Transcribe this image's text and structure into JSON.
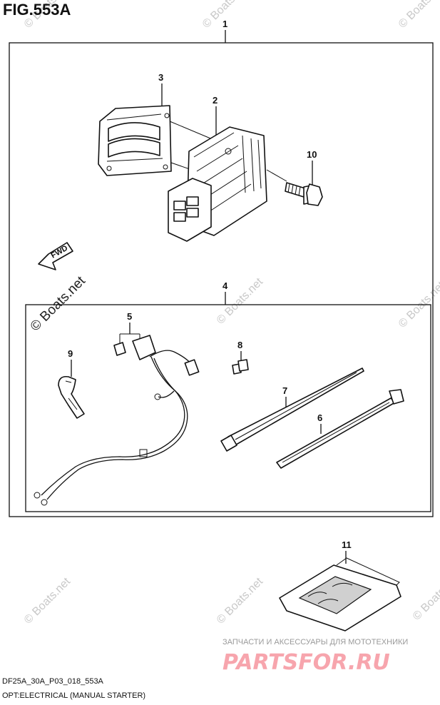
{
  "figure": {
    "title": "FIG.553A",
    "model_code": "DF25A_30A_P03_018_553A",
    "caption": "OPT:ELECTRICAL (MANUAL STARTER)"
  },
  "direction_label": "FWD",
  "callouts": {
    "c1": "1",
    "c2": "2",
    "c3": "3",
    "c4": "4",
    "c5": "5",
    "c6": "6",
    "c7": "7",
    "c8": "8",
    "c9": "9",
    "c10": "10",
    "c11": "11"
  },
  "watermarks": {
    "main": "© Boats.net",
    "repeat": "© Boats.net"
  },
  "branding": {
    "tagline": "ЗАПЧАСТИ И АКСЕССУАРЫ ДЛЯ МОТОТЕХНИКИ",
    "site": "PARTSFOR.RU"
  }
}
